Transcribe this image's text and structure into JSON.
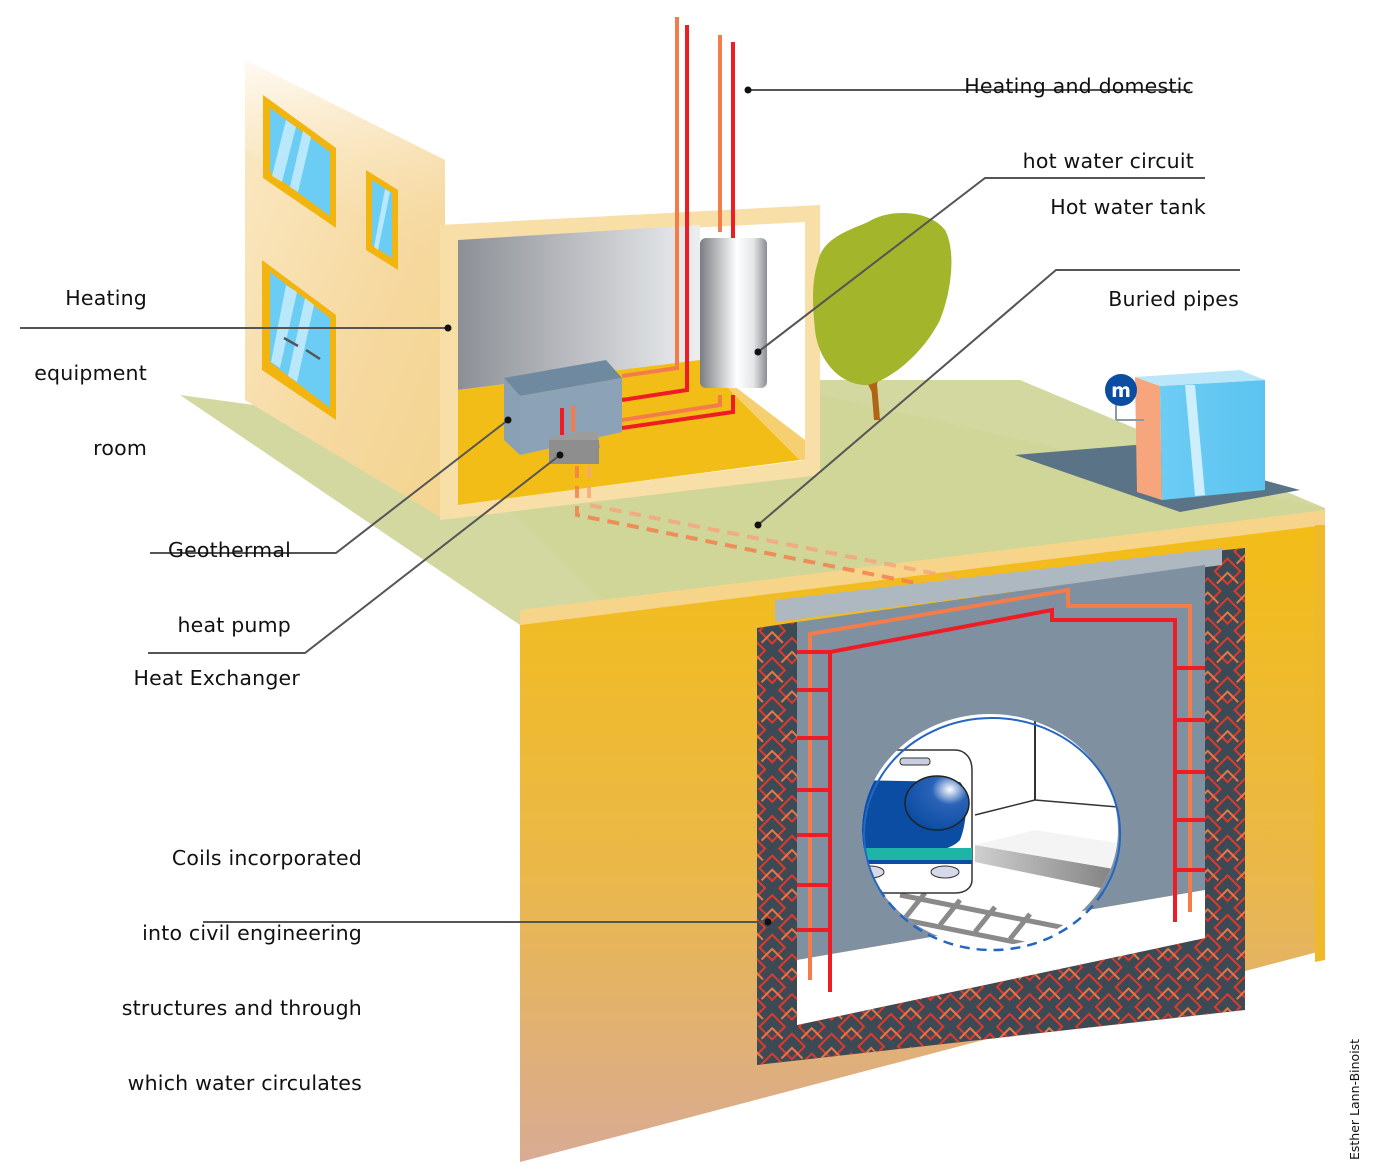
{
  "diagram": {
    "title": "Geothermal heating from civil engineering structures",
    "colors": {
      "hot_pipe": "#ee1c25",
      "warm_pipe": "#f47c4a",
      "soil": "#f2bd1c",
      "deep_soil": "#dcae8f",
      "grass": "#d3d8a1",
      "tunnel_wall": "#7f90a0",
      "coil_wall": "#3c4a55",
      "window_glass": "#6ccdf4",
      "window_frame": "#f2b510",
      "metro_blue": "#0b4da2",
      "tree_green": "#a3b52b"
    },
    "labels": [
      {
        "id": "heating-circuit",
        "lines": [
          "Heating and domestic",
          "hot water circuit"
        ]
      },
      {
        "id": "hot-water-tank",
        "lines": [
          "Hot water tank"
        ]
      },
      {
        "id": "buried-pipes",
        "lines": [
          "Buried pipes"
        ]
      },
      {
        "id": "equipment-room",
        "lines": [
          "Heating",
          "equipment",
          "room"
        ]
      },
      {
        "id": "heat-pump",
        "lines": [
          "Geothermal",
          "heat pump"
        ]
      },
      {
        "id": "heat-exchanger",
        "lines": [
          "Heat Exchanger"
        ]
      },
      {
        "id": "coils",
        "lines": [
          "Coils incorporated",
          "into civil engineering",
          "structures and through",
          "which water circulates"
        ]
      }
    ],
    "metro_sign": "m",
    "credit": "Esther Lann-Binoist"
  }
}
